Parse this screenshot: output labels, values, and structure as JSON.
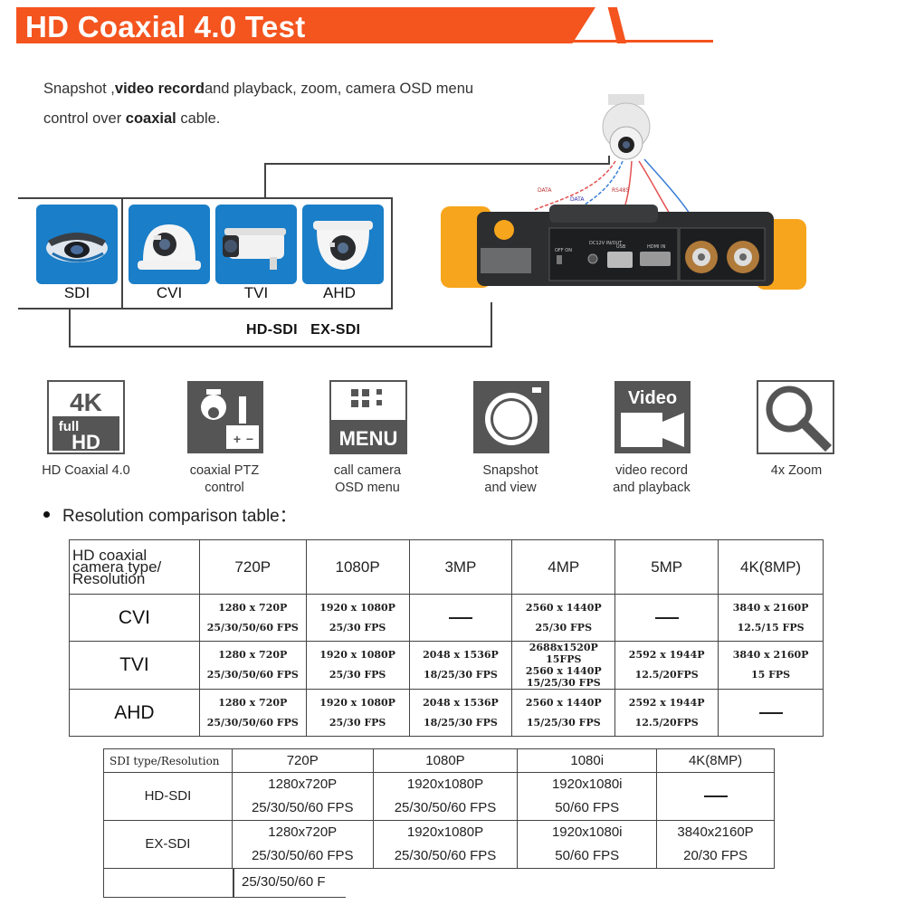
{
  "header": {
    "title": "HD Coaxial 4.0 Test"
  },
  "intro": {
    "part1": "Snapshot ,",
    "bold1": "video record",
    "part2": "and playback, zoom, camera OSD menu",
    "part3": "control over ",
    "bold2": "coaxial",
    "part4": " cable."
  },
  "camera_types": [
    {
      "label": "SDI",
      "icon": "sdi-camera-icon"
    },
    {
      "label": "CVI",
      "icon": "cvi-dome-camera-icon"
    },
    {
      "label": "TVI",
      "icon": "tvi-bullet-camera-icon"
    },
    {
      "label": "AHD",
      "icon": "ahd-dome-camera-icon"
    }
  ],
  "sdi_formats": "HD-SDI   EX-SDI",
  "device": {
    "port_labels": [
      "DC12V IN/OUT",
      "USB",
      "HDMI IN",
      "OFF ON"
    ],
    "cable_labels": [
      "DATA",
      "DATA",
      "RS485"
    ]
  },
  "features": [
    {
      "label": "HD Coaxial 4.0",
      "icon": "4k-full-hd-icon",
      "icon_text_top": "4K",
      "icon_text_mid": "full",
      "icon_text_bot": "HD"
    },
    {
      "label": "coaxial PTZ\ncontrol",
      "icon": "ptz-camera-icon"
    },
    {
      "label": "call camera\nOSD menu",
      "icon": "menu-icon",
      "icon_text": "MENU"
    },
    {
      "label": "Snapshot\nand view",
      "icon": "snapshot-icon"
    },
    {
      "label": "video record\nand playback",
      "icon": "video-camera-icon",
      "icon_text": "Video"
    },
    {
      "label": "4x Zoom",
      "icon": "zoom-magnifier-icon"
    }
  ],
  "resolution_title": "Resolution comparison table：",
  "table1": {
    "corner": "HD coaxial camera type/ Resolution",
    "columns": [
      "720P",
      "1080P",
      "3MP",
      "4MP",
      "5MP",
      "4K(8MP)"
    ],
    "rows": [
      {
        "name": "CVI",
        "cells": [
          [
            "1280 x 720P",
            "25/30/50/60 FPS"
          ],
          [
            "1920 x 1080P",
            "25/30 FPS"
          ],
          null,
          [
            "2560 x 1440P",
            "25/30 FPS"
          ],
          null,
          [
            "3840 x 2160P",
            "12.5/15 FPS"
          ]
        ]
      },
      {
        "name": "TVI",
        "cells": [
          [
            "1280 x 720P",
            "25/30/50/60 FPS"
          ],
          [
            "1920 x 1080P",
            "25/30 FPS"
          ],
          [
            "2048 x 1536P",
            "18/25/30 FPS"
          ],
          [
            "2688x1520P 15FPS",
            "2560 x 1440P",
            "15/25/30 FPS"
          ],
          [
            "2592 x 1944P",
            "12.5/20FPS"
          ],
          [
            "3840 x 2160P",
            "15 FPS"
          ]
        ]
      },
      {
        "name": "AHD",
        "cells": [
          [
            "1280 x 720P",
            "25/30/50/60 FPS"
          ],
          [
            "1920 x 1080P",
            "25/30 FPS"
          ],
          [
            "2048 x 1536P",
            "18/25/30 FPS"
          ],
          [
            "2560 x 1440P",
            "15/25/30 FPS"
          ],
          [
            "2592 x 1944P",
            "12.5/20FPS"
          ],
          null
        ]
      }
    ]
  },
  "table2": {
    "corner": "SDI type/Resolution",
    "columns": [
      "720P",
      "1080P",
      "1080i",
      "4K(8MP)"
    ],
    "rows": [
      {
        "name": "HD-SDI",
        "cells": [
          [
            "1280x720P",
            "25/30/50/60 FPS"
          ],
          [
            "1920x1080P",
            "25/30/50/60 FPS"
          ],
          [
            "1920x1080i",
            "50/60 FPS"
          ],
          null
        ]
      },
      {
        "name": "EX-SDI",
        "cells": [
          [
            "1280x720P",
            "25/30/50/60 FPS"
          ],
          [
            "1920x1080P",
            "25/30/50/60 FPS"
          ],
          [
            "1920x1080i",
            "50/60 FPS"
          ],
          [
            "3840x2160P",
            "20/30 FPS"
          ]
        ]
      }
    ],
    "partial_row_text": "25/30/50/60 F"
  },
  "colors": {
    "brand_orange": "#f4541e",
    "tile_blue": "#1a7ec8",
    "device_yellow": "#f7a51c"
  }
}
